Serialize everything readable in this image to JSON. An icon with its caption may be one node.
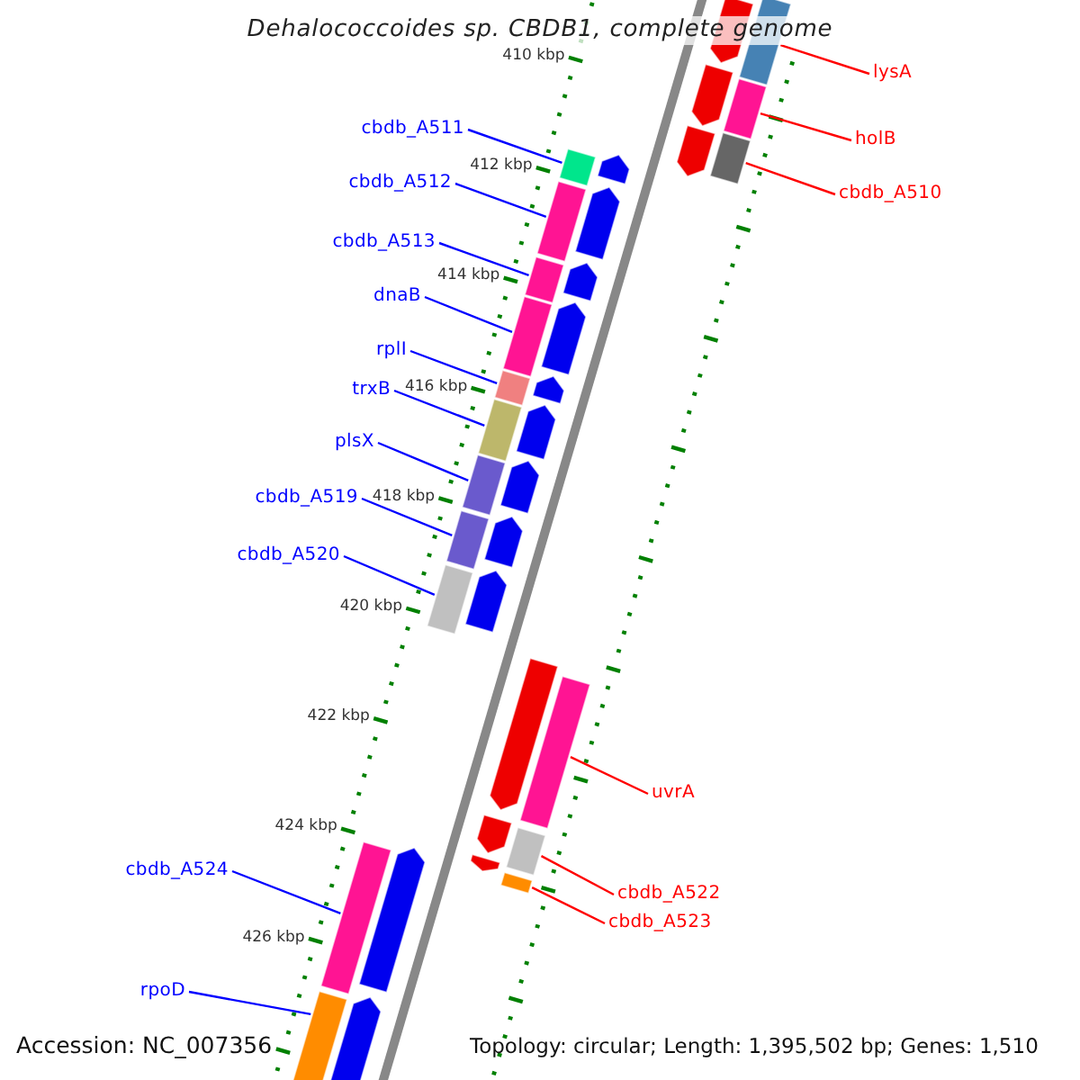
{
  "diagram": {
    "title": "Dehalococcoides sp. CBDB1, complete genome",
    "nodes": [
      {
        "text": [
          "lysA"
        ]
      },
      {
        "text": [
          "cbdb_A511"
        ]
      },
      {
        "text": [
          "holB"
        ]
      },
      {
        "text": [
          "cbdb_A512"
        ]
      },
      {
        "text": [
          "cbdb_A510"
        ]
      },
      {
        "text": [
          "cbdb_A513"
        ]
      },
      {
        "text": [
          "dnaB"
        ]
      },
      {
        "text": [
          "rplI"
        ]
      },
      {
        "text": [
          "trxB"
        ]
      },
      {
        "text": [
          "plsX"
        ]
      },
      {
        "text": [
          "cbdb_A519"
        ]
      },
      {
        "text": [
          "cbdb_A520"
        ]
      },
      {
        "text": [
          "uvrA"
        ]
      },
      {
        "text": [
          "cbdb_A524"
        ]
      },
      {
        "text": [
          "cbdb_A522"
        ]
      },
      {
        "text": [
          "cbdb_A523"
        ]
      },
      {
        "text": [
          "rpoD"
        ]
      },
      {
        "text": [],
        "shape": "bar"
      },
      {
        "text": [],
        "shape": "bar"
      },
      {
        "text": [],
        "shape": "bar"
      },
      {
        "text": [],
        "shape": "bar"
      },
      {
        "text": [],
        "shape": "bar"
      },
      {
        "text": [],
        "shape": "bar"
      },
      {
        "text": [],
        "shape": "bar"
      },
      {
        "text": [],
        "shape": "bar"
      },
      {
        "text": [],
        "shape": "bar"
      },
      {
        "text": [],
        "shape": "bar"
      },
      {
        "text": [],
        "shape": "bar"
      },
      {
        "text": [],
        "shape": "bar"
      },
      {
        "text": [],
        "shape": "bar"
      },
      {
        "text": [],
        "shape": "bar"
      },
      {
        "text": [],
        "shape": "bar"
      },
      {
        "text": [],
        "shape": "bar"
      },
      {
        "text": [],
        "shape": "bar"
      },
      {
        "text": [],
        "shape": "pentagon"
      },
      {
        "text": [],
        "shape": "pentagon"
      },
      {
        "text": [],
        "shape": "pentagon"
      },
      {
        "text": [],
        "shape": "pentagon"
      },
      {
        "text": [],
        "shape": "pentagon"
      },
      {
        "text": [],
        "shape": "pentagon"
      },
      {
        "text": [],
        "shape": "pentagon"
      },
      {
        "text": [],
        "shape": "pentagon"
      },
      {
        "text": [],
        "shape": "pentagon"
      },
      {
        "text": [],
        "shape": "pentagon"
      },
      {
        "text": [],
        "shape": "pentagon"
      },
      {
        "text": [],
        "shape": "pentagon"
      },
      {
        "text": [],
        "shape": "pentagon"
      },
      {
        "text": [],
        "shape": "pentagon"
      },
      {
        "text": [],
        "shape": "pentagon"
      },
      {
        "text": [],
        "shape": "pentagon"
      },
      {
        "text": [],
        "shape": "pentagon"
      }
    ],
    "edges": [
      {
        "from": 0,
        "to": 17,
        "arrow": "none",
        "color": "#ff0000"
      },
      {
        "from": 1,
        "to": 18,
        "arrow": "none"
      },
      {
        "from": 2,
        "to": 19,
        "arrow": "none",
        "color": "#ff0000"
      },
      {
        "from": 3,
        "to": 20,
        "arrow": "none"
      },
      {
        "from": 4,
        "to": 21,
        "arrow": "none",
        "color": "#ff0000"
      },
      {
        "from": 5,
        "to": 22,
        "arrow": "none"
      },
      {
        "from": 6,
        "to": 23,
        "arrow": "none"
      },
      {
        "from": 7,
        "to": 24,
        "arrow": "none"
      },
      {
        "from": 8,
        "to": 25,
        "arrow": "none"
      },
      {
        "from": 9,
        "to": 26,
        "arrow": "none"
      },
      {
        "from": 10,
        "to": 27,
        "arrow": "none"
      },
      {
        "from": 11,
        "to": 28,
        "arrow": "none"
      },
      {
        "from": 12,
        "to": 29,
        "arrow": "none",
        "color": "#ff0000"
      },
      {
        "from": 13,
        "to": 30,
        "arrow": "none"
      },
      {
        "from": 14,
        "to": 31,
        "arrow": "none",
        "color": "#ff0000"
      },
      {
        "from": 15,
        "to": 32,
        "arrow": "none",
        "color": "#ff0000"
      },
      {
        "from": 16,
        "to": 33,
        "arrow": "none"
      }
    ],
    "labels": [
      "410 kbp",
      "412 kbp",
      "414 kbp",
      "416 kbp",
      "418 kbp",
      "420 kbp",
      "422 kbp",
      "424 kbp",
      "426 kbp",
      "Accession: NC_007356",
      "Topology: circular; Length: 1,395,502 bp; Genes: 1,510"
    ]
  }
}
